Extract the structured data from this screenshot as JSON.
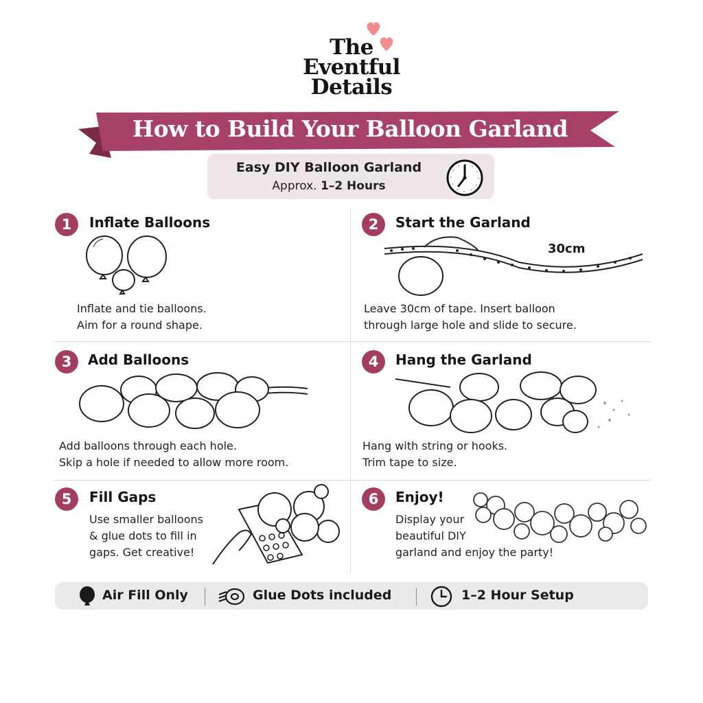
{
  "logo": {
    "line1": "The",
    "line2": "Eventful",
    "line3": "Details"
  },
  "banner": {
    "title": "How to Build Your Balloon Garland"
  },
  "subtitle": {
    "title": "Easy DIY Balloon Garland",
    "time_prefix": "Approx.",
    "time_value": "1–2 Hours"
  },
  "steps": [
    {
      "number": "1",
      "title": "Inflate Balloons",
      "desc": "Inflate and tie balloons.\nAim for a round shape."
    },
    {
      "number": "2",
      "title": "Start the Garland",
      "desc": "Leave 30cm of tape. Insert balloon\nthrough large hole and slide to secure.",
      "annotation": "30cm"
    },
    {
      "number": "3",
      "title": "Add Balloons",
      "desc": "Add balloons through each hole.\nSkip a hole if needed to allow more room."
    },
    {
      "number": "4",
      "title": "Hang the Garland",
      "desc": "Hang with string or hooks.\n        Trim tape to size."
    },
    {
      "number": "5",
      "title": "Fill Gaps",
      "desc": "Use smaller balloons\n& glue dots to fill in\ngaps. Get creative!"
    },
    {
      "number": "6",
      "title": "Enjoy!",
      "desc": "Display your\nbeautiful DIY\ngarland and enjoy the party!"
    }
  ],
  "footer": {
    "item1": "Air Fill Only",
    "item2": "Glue Dots included",
    "item3": "1–2 Hour Setup"
  },
  "colors": {
    "accent": "#a43e5f",
    "banner": "#a8416a",
    "subtitle_bg": "#efe6e8",
    "footer_bg": "#ebe9ea",
    "heart": "#f08a8f"
  },
  "icons": {
    "heart": "heart-icon",
    "clock": "clock-icon",
    "balloon": "balloon-icon",
    "glue_dots": "glue-dots-icon"
  }
}
